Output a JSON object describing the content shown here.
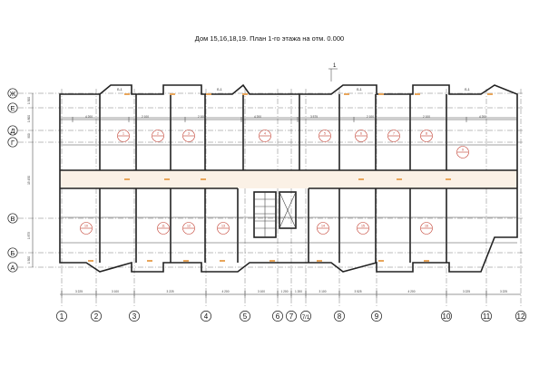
{
  "title": "Дом 15,16,18,19. План 1-го этажа на отм. 0.000",
  "section_mark": "1",
  "axes_horizontal": [
    "1",
    "2",
    "3",
    "4",
    "5",
    "6",
    "7",
    "7/1",
    "8",
    "9",
    "10",
    "11",
    "12"
  ],
  "axes_vertical": [
    "Ж",
    "Е",
    "Д",
    "Г",
    "В",
    "Б",
    "А"
  ],
  "bottom_dimensions": [
    "3 225",
    "3 100",
    "3 225",
    "4 200",
    "3 100",
    "1 200",
    "1 200",
    "3 100",
    "3 525",
    "4 200",
    "3 225",
    "3 225"
  ],
  "top_dimensions": [
    "4 200",
    "2 100",
    "2 100",
    "4 200",
    "3 575",
    "2 100",
    "2 100",
    "4 200"
  ],
  "side_dimensions": [
    "1 500",
    "1 800",
    "900",
    "15 450",
    "1 875",
    "1 500"
  ],
  "unit_labels": [
    "1",
    "2",
    "3",
    "4",
    "5",
    "6",
    "7",
    "8",
    "9",
    "10",
    "11",
    "12",
    "13",
    "14",
    "15",
    "16"
  ],
  "stair_mark": "Б-1",
  "colors": {
    "lines": "#222222",
    "unit_marks": "#c0392b",
    "doors": "#e8a55a"
  }
}
